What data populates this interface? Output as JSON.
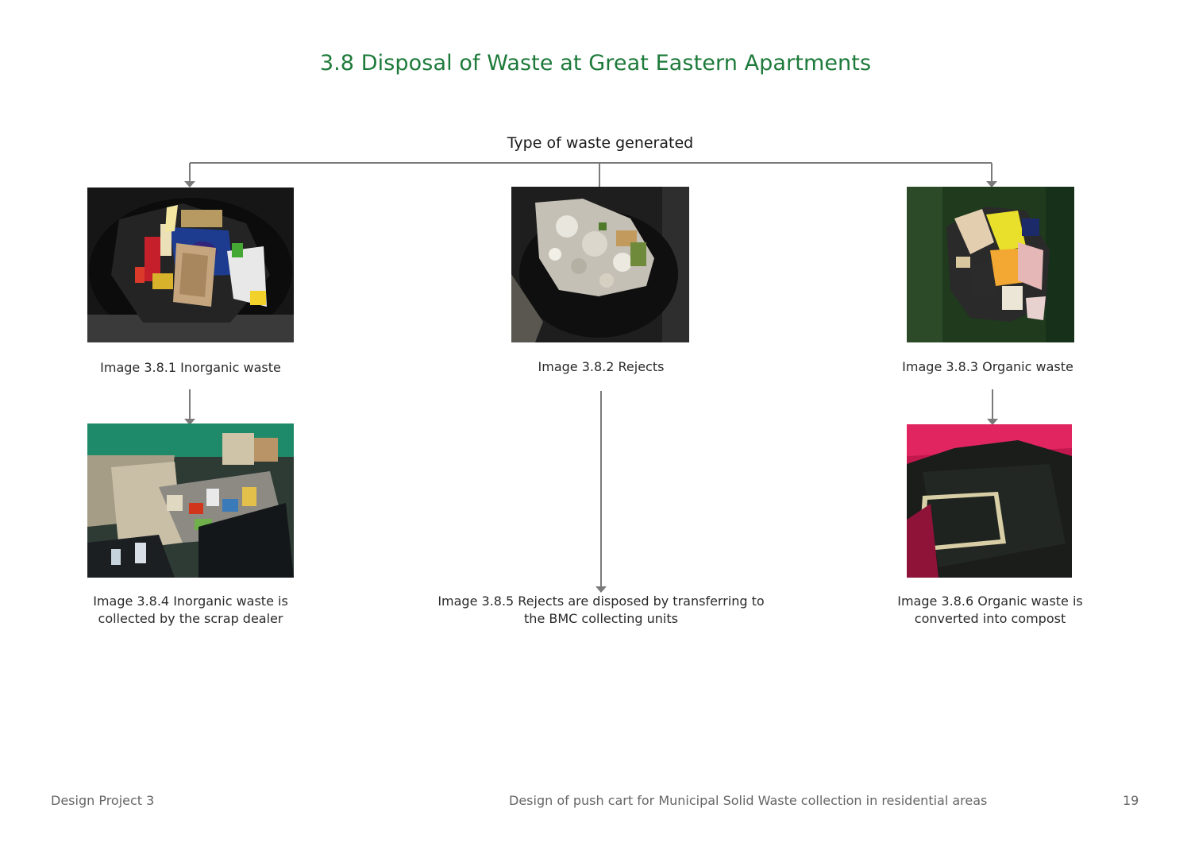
{
  "page": {
    "title": "3.8 Disposal of Waste at Great Eastern Apartments",
    "root_label": "Type of waste generated"
  },
  "images": [
    {
      "caption_lines": [
        "Image 3.8.1 Inorganic waste"
      ]
    },
    {
      "caption_lines": [
        "Image 3.8.2 Rejects"
      ]
    },
    {
      "caption_lines": [
        "Image 3.8.3 Organic waste"
      ]
    },
    {
      "caption_lines": [
        "Image 3.8.4 Inorganic waste is",
        "collected by the scrap dealer"
      ]
    },
    {
      "caption_lines": [
        "Image 3.8.5 Rejects are disposed by transferring to",
        "the BMC collecting units"
      ]
    },
    {
      "caption_lines": [
        "Image 3.8.6 Organic waste is",
        "converted into compost"
      ]
    }
  ],
  "footer": {
    "left": "Design Project 3",
    "center": "Design of push cart for Municipal Solid Waste collection in residential areas",
    "page_number": "19"
  },
  "colors": {
    "title": "#1d7a3a",
    "connector": "#7a7a7a",
    "footer_text": "#666666"
  }
}
